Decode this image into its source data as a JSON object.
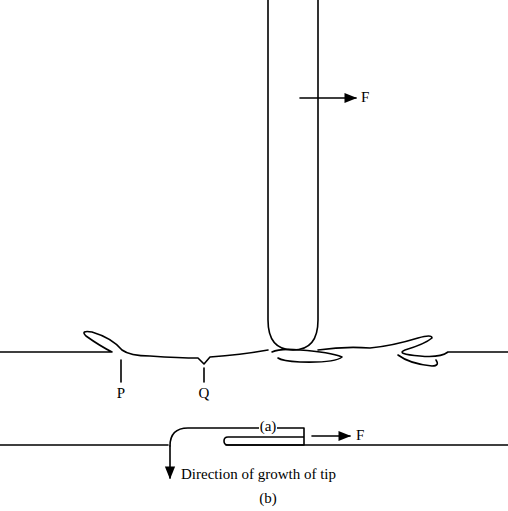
{
  "diagram": {
    "labels": [
      "F",
      "P",
      "Q",
      "(a)",
      "F",
      "Direction of growth of tip",
      "(b)"
    ]
  }
}
